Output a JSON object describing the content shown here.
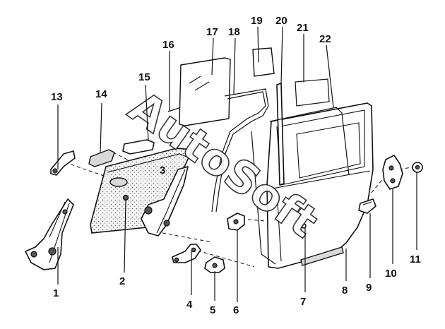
{
  "watermark": "AutoSoft",
  "callouts": [
    {
      "id": "1",
      "text": "1"
    },
    {
      "id": "2",
      "text": "2"
    },
    {
      "id": "3",
      "text": "3"
    },
    {
      "id": "4",
      "text": "4"
    },
    {
      "id": "5",
      "text": "5"
    },
    {
      "id": "6",
      "text": "6"
    },
    {
      "id": "7",
      "text": "7"
    },
    {
      "id": "8",
      "text": "8"
    },
    {
      "id": "9",
      "text": "9"
    },
    {
      "id": "10",
      "text": "10"
    },
    {
      "id": "11",
      "text": "11"
    },
    {
      "id": "13",
      "text": "13"
    },
    {
      "id": "14",
      "text": "14"
    },
    {
      "id": "15",
      "text": "15"
    },
    {
      "id": "16",
      "text": "16"
    },
    {
      "id": "17",
      "text": "17"
    },
    {
      "id": "18",
      "text": "18"
    },
    {
      "id": "19",
      "text": "19"
    },
    {
      "id": "20",
      "text": "20"
    },
    {
      "id": "21",
      "text": "21"
    },
    {
      "id": "22",
      "text": "22"
    }
  ]
}
